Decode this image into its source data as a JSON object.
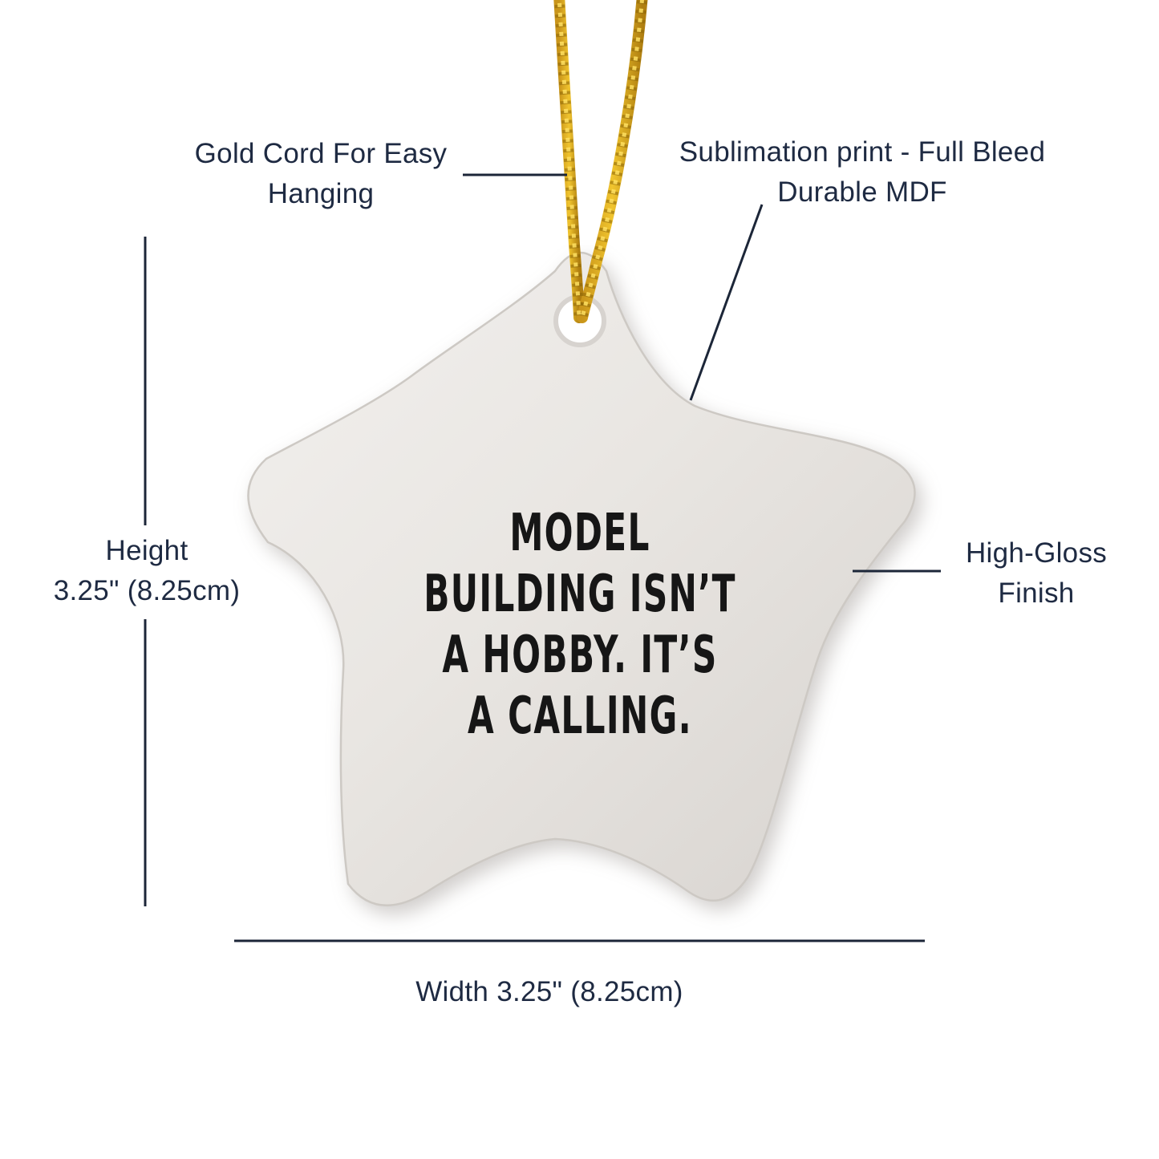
{
  "ornament": {
    "quote_lines": [
      "MODEL",
      "BUILDING ISN’T",
      "A HOBBY. IT’S",
      "A CALLING."
    ]
  },
  "annotations": {
    "gold_cord": {
      "line1": "Gold Cord For Easy",
      "line2": "Hanging"
    },
    "sublimation": {
      "line1": "Sublimation print - Full Bleed",
      "line2": "Durable MDF"
    },
    "height": {
      "line1": "Height",
      "line2": "3.25\" (8.25cm)"
    },
    "high_gloss": {
      "line1": "High-Gloss",
      "line2": "Finish"
    },
    "width": {
      "line1": "Width 3.25\" (8.25cm)"
    }
  },
  "colors": {
    "annotation_ink": "#1e2a42",
    "pointer_line": "#1c2638",
    "cord_gold": "#e3af1e",
    "cord_gold_dark": "#8a6508",
    "cord_gold_light": "#ffe061",
    "star_fill_light": "#f2f0ee",
    "star_fill_dark": "#d8d4d0",
    "star_edge": "#cdc9c4",
    "quote_ink": "#161616",
    "background": "#ffffff"
  }
}
